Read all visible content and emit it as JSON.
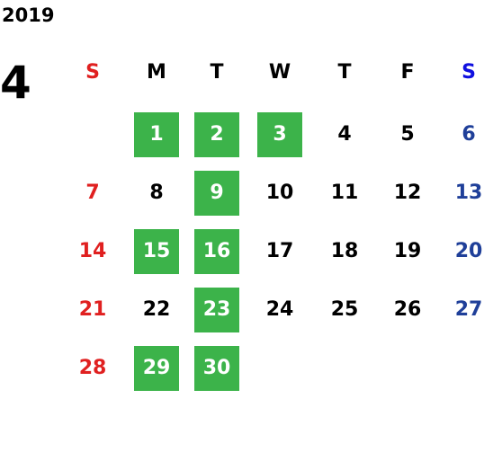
{
  "calendar": {
    "year": "2019",
    "month": "4",
    "weekday_headers": [
      "S",
      "M",
      "T",
      "W",
      "T",
      "F",
      "S"
    ],
    "colors": {
      "sunday": "#e02020",
      "saturday": "#1f3f99",
      "saturday_header": "#1010e0",
      "weekday": "#000000",
      "highlight_bg": "#3cb34a",
      "highlight_text": "#ffffff"
    },
    "weeks": [
      [
        null,
        "1",
        "2",
        "3",
        "4",
        "5",
        "6"
      ],
      [
        "7",
        "8",
        "9",
        "10",
        "11",
        "12",
        "13"
      ],
      [
        "14",
        "15",
        "16",
        "17",
        "18",
        "19",
        "20"
      ],
      [
        "21",
        "22",
        "23",
        "24",
        "25",
        "26",
        "27"
      ],
      [
        "28",
        "29",
        "30",
        null,
        null,
        null,
        null
      ]
    ],
    "highlighted_days": [
      "1",
      "2",
      "3",
      "9",
      "15",
      "16",
      "23",
      "29",
      "30"
    ]
  }
}
